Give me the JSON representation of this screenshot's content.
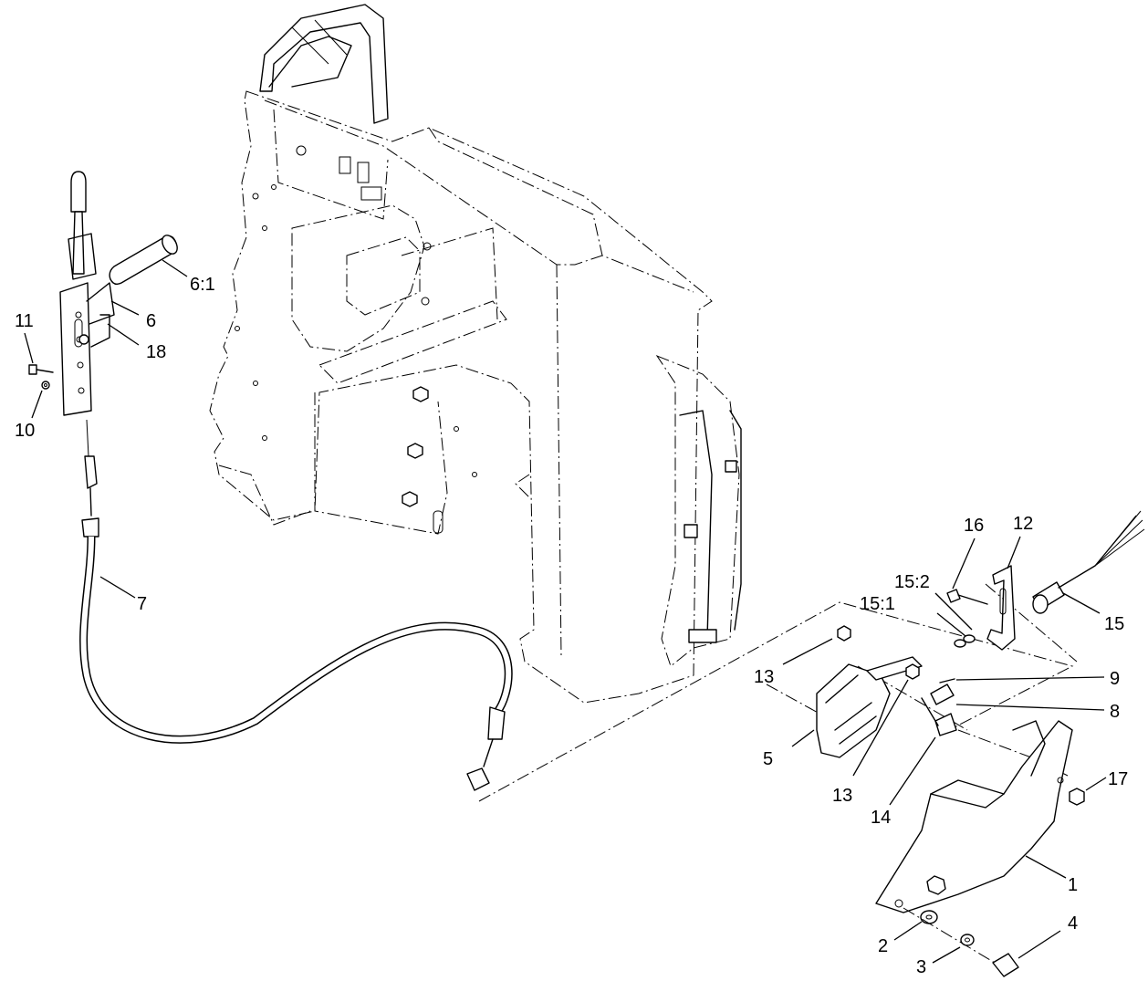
{
  "callouts": [
    {
      "id": "c1",
      "text": "1"
    },
    {
      "id": "c2",
      "text": "2"
    },
    {
      "id": "c3",
      "text": "3"
    },
    {
      "id": "c4",
      "text": "4"
    },
    {
      "id": "c5",
      "text": "5"
    },
    {
      "id": "c6",
      "text": "6"
    },
    {
      "id": "c6_1",
      "text": "6:1"
    },
    {
      "id": "c7",
      "text": "7"
    },
    {
      "id": "c8",
      "text": "8"
    },
    {
      "id": "c9",
      "text": "9"
    },
    {
      "id": "c10",
      "text": "10"
    },
    {
      "id": "c11",
      "text": "11"
    },
    {
      "id": "c12",
      "text": "12"
    },
    {
      "id": "c13a",
      "text": "13"
    },
    {
      "id": "c13b",
      "text": "13"
    },
    {
      "id": "c14",
      "text": "14"
    },
    {
      "id": "c15",
      "text": "15"
    },
    {
      "id": "c15_1",
      "text": "15:1"
    },
    {
      "id": "c15_2",
      "text": "15:2"
    },
    {
      "id": "c16",
      "text": "16"
    },
    {
      "id": "c17",
      "text": "17"
    },
    {
      "id": "c18",
      "text": "18"
    }
  ]
}
